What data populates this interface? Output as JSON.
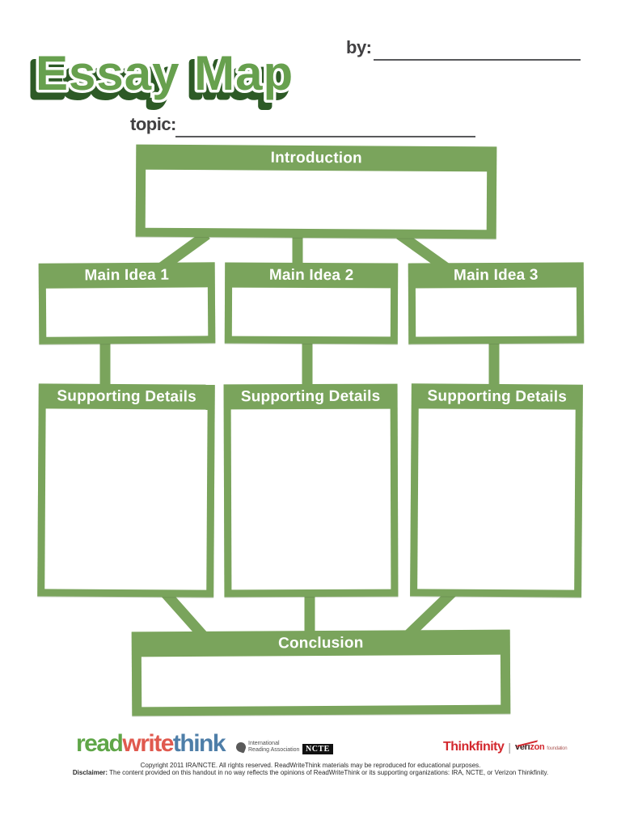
{
  "page": {
    "title": "Essay Map",
    "by_label": "by:",
    "topic_label": "topic:"
  },
  "diagram": {
    "introduction": {
      "label": "Introduction"
    },
    "main_ideas": [
      {
        "label": "Main Idea 1"
      },
      {
        "label": "Main Idea 2"
      },
      {
        "label": "Main Idea 3"
      }
    ],
    "supporting": [
      {
        "label": "Supporting Details"
      },
      {
        "label": "Supporting Details"
      },
      {
        "label": "Supporting Details"
      }
    ],
    "conclusion": {
      "label": "Conclusion"
    },
    "colors": {
      "box_green": "#7aa45c",
      "title_green": "#67a04e",
      "title_shadow": "#2d5a26"
    }
  },
  "footer": {
    "rwt_logo": {
      "read": "read",
      "write": "write",
      "think": "think"
    },
    "ira": {
      "line1": "International",
      "line2": "Reading Association"
    },
    "ncte_label": "NCTE",
    "thinkfinity_label": "Thinkfinity",
    "verizon": {
      "veri": "veri",
      "zon": "zon",
      "suffix": "foundation"
    },
    "copyright": "Copyright 2011 IRA/NCTE. All rights reserved. ReadWriteThink materials may be reproduced for educational purposes.",
    "disclaimer_label": "Disclaimer:",
    "disclaimer": "The content provided on this handout in no way reflects the opinions of ReadWriteThink or its supporting organizations: IRA, NCTE, or Verizon Thinkfinity."
  }
}
